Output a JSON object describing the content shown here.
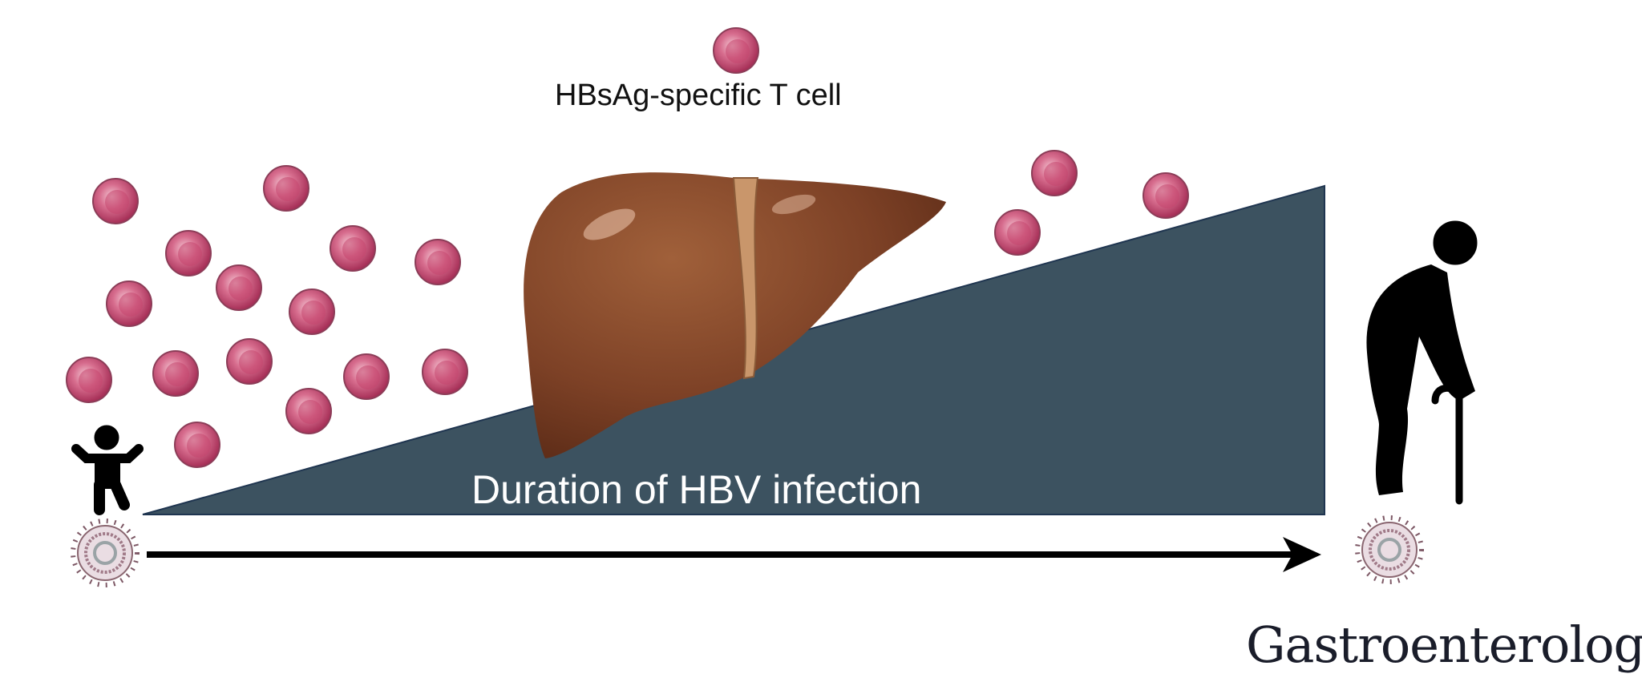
{
  "legend": {
    "tcell_label": "HBsAg-specific T cell"
  },
  "timeline": {
    "label": "Duration of HBV infection"
  },
  "journal": {
    "name": "Gastroenterology"
  },
  "colors": {
    "triangle": "#3c5260",
    "tcell": "#c44b70",
    "liver": "#7a3d22",
    "arrow": "#000000"
  },
  "icons": [
    "child-icon",
    "elderly-person-with-cane-icon",
    "hbv-virus-icon",
    "liver-icon",
    "t-cell-icon",
    "arrow-right-icon"
  ]
}
